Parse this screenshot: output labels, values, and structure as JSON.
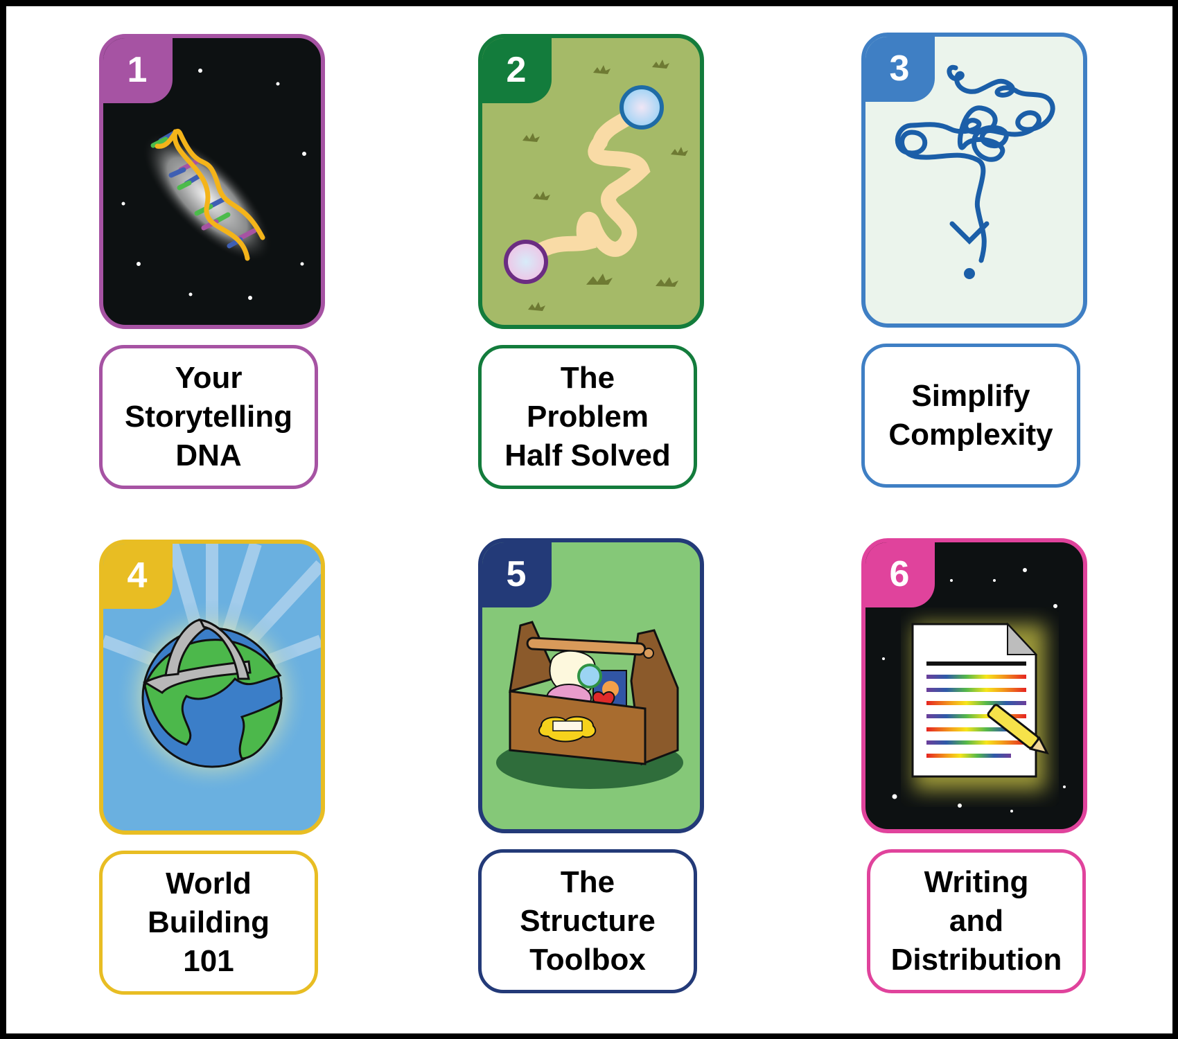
{
  "modules": [
    {
      "number": "1",
      "title": "Your\nStorytelling\nDNA",
      "color": "#a653a3",
      "background": "#0d1112",
      "art": "dna-helix"
    },
    {
      "number": "2",
      "title": "The\nProblem\nHalf Solved",
      "color": "#137c3c",
      "background": "#a5ba68",
      "art": "winding-path"
    },
    {
      "number": "3",
      "title": "Simplify\nComplexity",
      "color": "#3f7fc4",
      "background": "#ebf4ec",
      "art": "tangled-line-to-dot"
    },
    {
      "number": "4",
      "title": "World\nBuilding\n101",
      "color": "#e8bd23",
      "background": "#6ab0e0",
      "art": "globe-with-scaffold"
    },
    {
      "number": "5",
      "title": "The\nStructure\nToolbox",
      "color": "#233a78",
      "background": "#85c878",
      "art": "toolbox"
    },
    {
      "number": "6",
      "title": "Writing\nand\nDistribution",
      "color": "#e0439c",
      "background": "#0d1112",
      "art": "document-with-pencil"
    }
  ]
}
